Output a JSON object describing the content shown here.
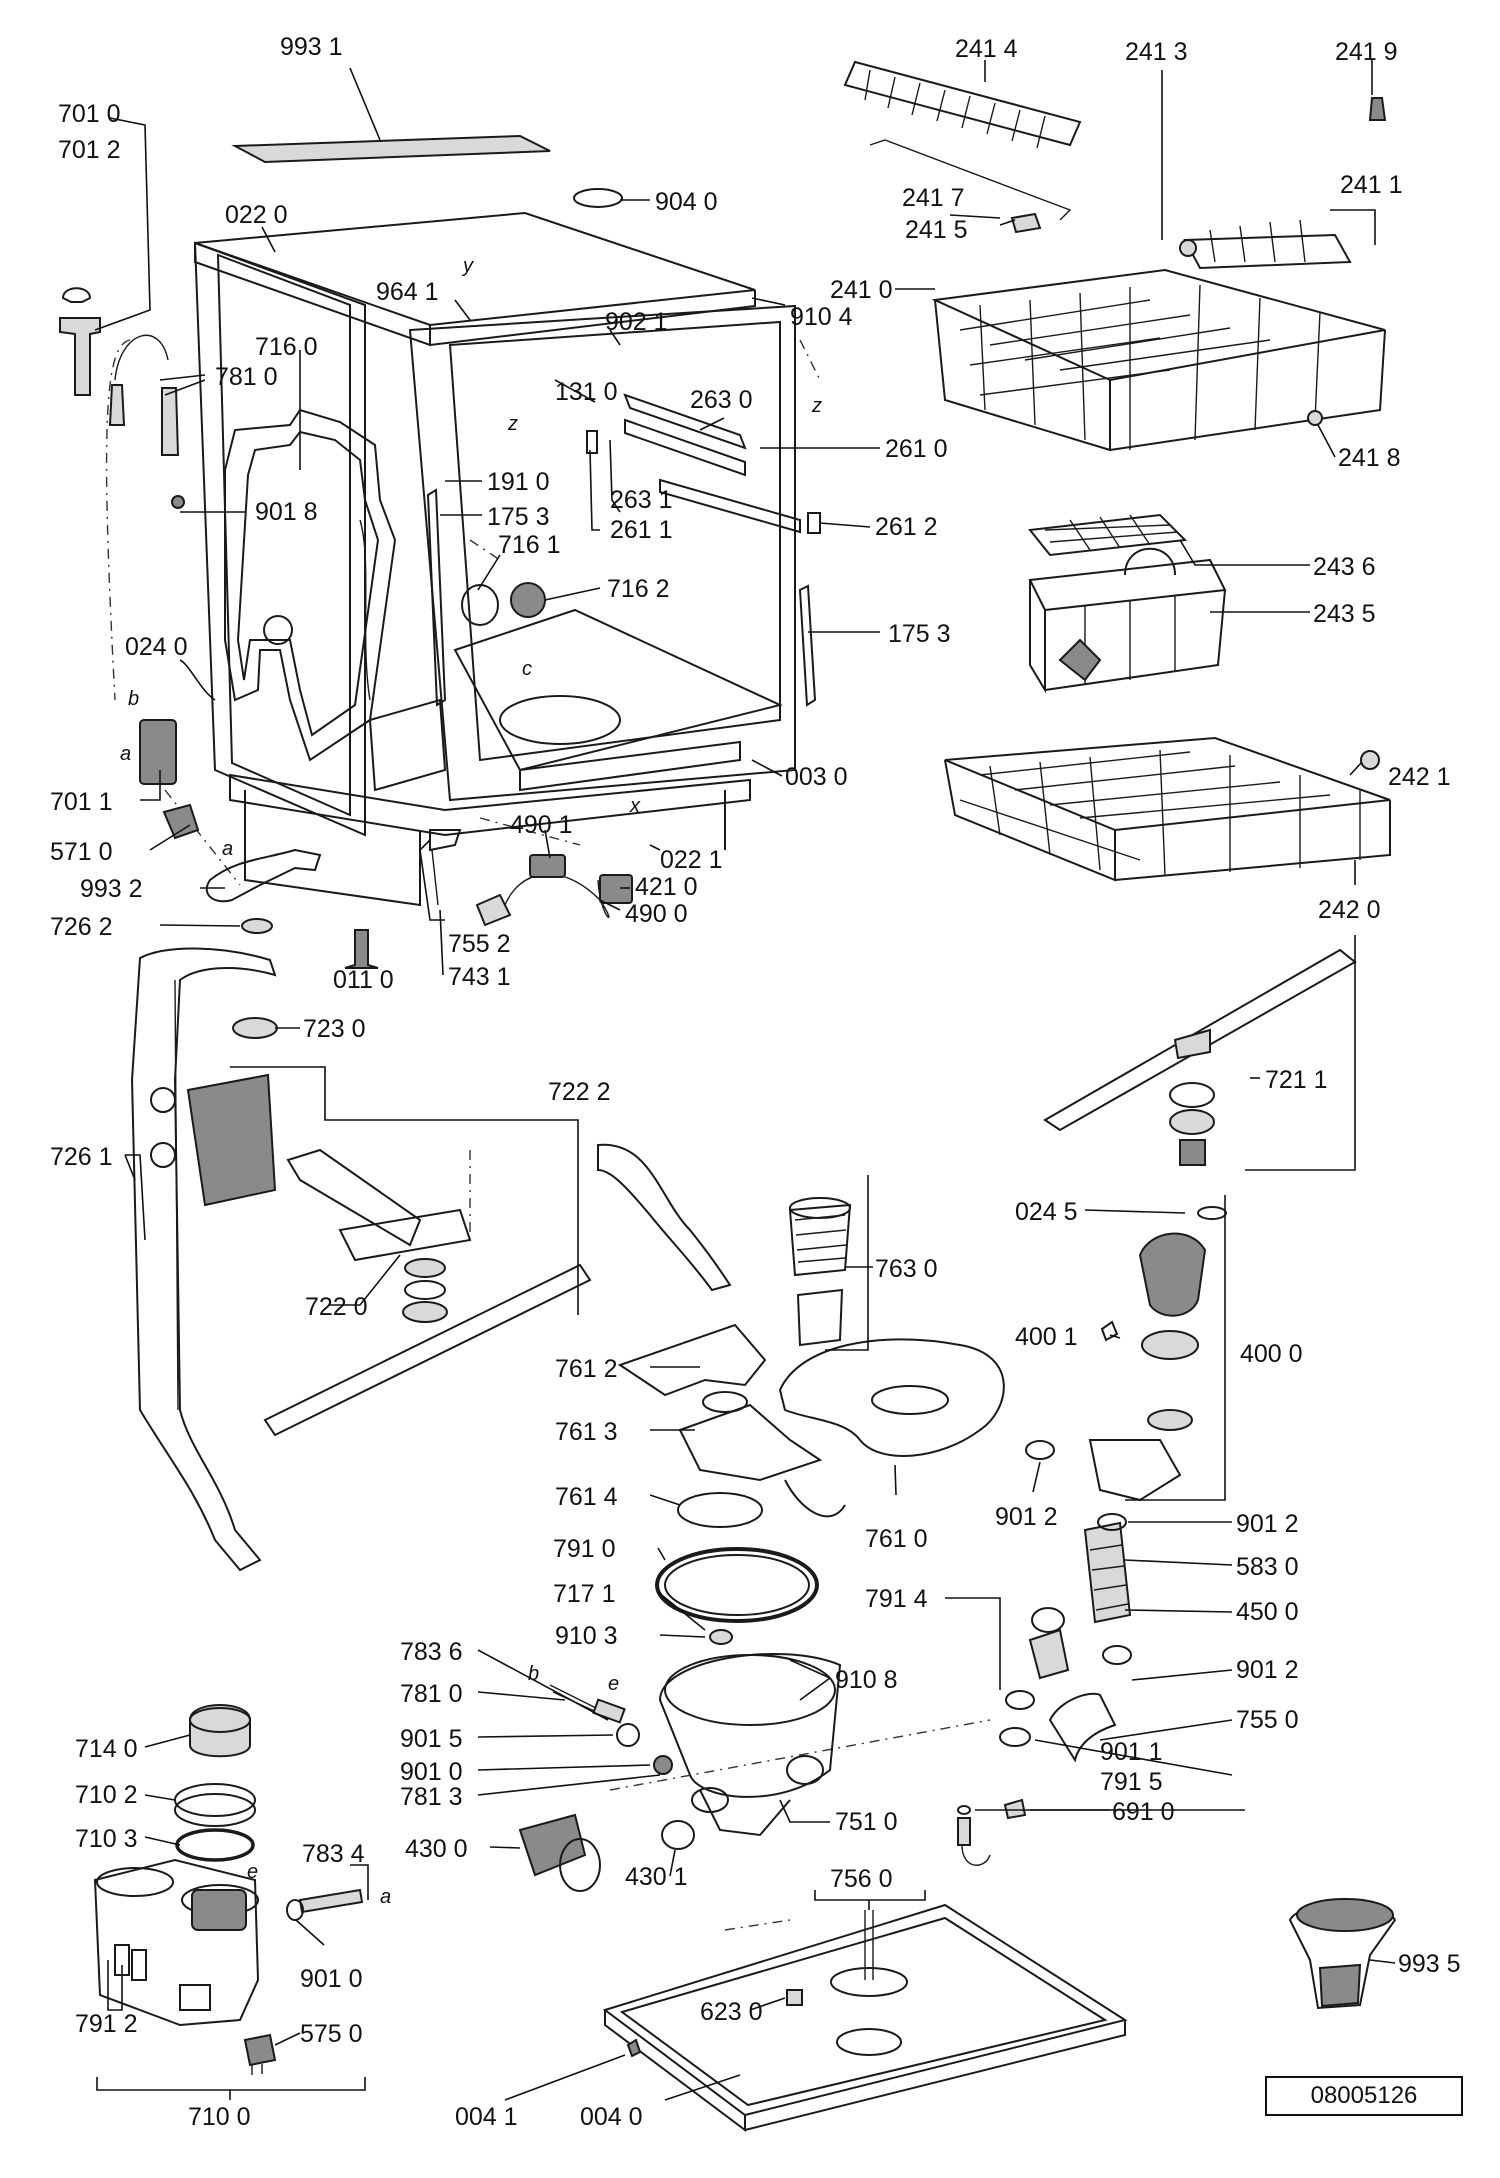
{
  "labels": {
    "l9931": "993 1",
    "l7010": "701 0",
    "l7012": "701 2",
    "l0220": "022 0",
    "l9040": "904 0",
    "l9641": "964 1",
    "l9021": "902 1",
    "l9104": "910 4",
    "l7160": "716 0",
    "l7810a": "781 0",
    "l1310": "131 0",
    "l2630": "263 0",
    "l2610": "261 0",
    "l9018": "901 8",
    "l1910": "191 0",
    "l1753a": "175 3",
    "l2631": "263 1",
    "l2611": "261 1",
    "l2612": "261 2",
    "l7161": "716 1",
    "l7162": "716 2",
    "l1753b": "175 3",
    "l0240": "024 0",
    "l7011": "701 1",
    "l0030": "003 0",
    "l5710": "571 0",
    "l0221": "022 1",
    "l4901": "490 1",
    "l4210": "421 0",
    "l4900": "490 0",
    "l9932": "993 2",
    "l7262": "726 2",
    "l7552": "755 2",
    "l0110": "011 0",
    "l7431": "743 1",
    "l7230": "723 0",
    "l2414": "241 4",
    "l2413": "241 3",
    "l2419": "241 9",
    "l2417": "241 7",
    "l2411": "241 1",
    "l2415": "241 5",
    "l2410": "241 0",
    "l2418": "241 8",
    "l2436": "243 6",
    "l2435": "243 5",
    "l2421": "242 1",
    "l2420": "242 0",
    "l7211": "721 1",
    "l7222": "722 2",
    "l7261": "726 1",
    "l7220": "722 0",
    "l7630": "763 0",
    "l0245": "024 5",
    "l4001": "400 1",
    "l4000": "400 0",
    "l7612": "761 2",
    "l7613": "761 3",
    "l7614": "761 4",
    "l7610": "761 0",
    "l9012a": "901 2",
    "l9012b": "901 2",
    "l9012c": "901 2",
    "l7910": "791 0",
    "l5830": "583 0",
    "l7171": "717 1",
    "l7914": "791 4",
    "l4500": "450 0",
    "l9103": "910 3",
    "l7836": "783 6",
    "l9108": "910 8",
    "l7810b": "781 0",
    "l7550": "755 0",
    "l9015": "901 5",
    "l9011": "901 1",
    "l9010a": "901 0",
    "l7915": "791 5",
    "l7813": "781 3",
    "l7510": "751 0",
    "l6910": "691 0",
    "l7140": "714 0",
    "l7102": "710 2",
    "l7103": "710 3",
    "l7834": "783 4",
    "l4300": "430 0",
    "l4301": "430 1",
    "l7560": "756 0",
    "l9010b": "901 0",
    "l6230": "623 0",
    "l9935": "993 5",
    "l7912": "791 2",
    "l5750": "575 0",
    "l7100": "710 0",
    "l0041": "004 1",
    "l0040": "004 0"
  },
  "markers": {
    "z1": "z",
    "z2": "z",
    "y": "y",
    "c": "c",
    "x": "x",
    "a1": "a",
    "b1": "b",
    "a2": "a",
    "b2": "b",
    "e1": "e",
    "e2": "e",
    "a3": "a"
  },
  "ref_code": "08005126"
}
